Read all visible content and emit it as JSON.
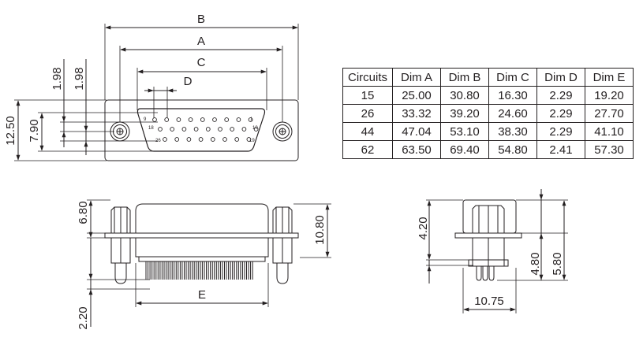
{
  "top_view": {
    "dims": {
      "B": "B",
      "A": "A",
      "C": "C",
      "D": "D",
      "h1": "1.98",
      "h2": "1.98",
      "h3": "12.50",
      "h4": "7.90"
    },
    "pins": {
      "p9": "9",
      "p1": "1",
      "p18": "18",
      "p10": "10",
      "p26": "26",
      "p19": "19"
    }
  },
  "table": {
    "headers": [
      "Circuits",
      "Dim A",
      "Dim B",
      "Dim C",
      "Dim D",
      "Dim E"
    ],
    "rows": [
      [
        "15",
        "25.00",
        "30.80",
        "16.30",
        "2.29",
        "19.20"
      ],
      [
        "26",
        "33.32",
        "39.20",
        "24.60",
        "2.29",
        "27.70"
      ],
      [
        "44",
        "47.04",
        "53.10",
        "38.30",
        "2.29",
        "41.10"
      ],
      [
        "62",
        "63.50",
        "69.40",
        "54.80",
        "2.41",
        "57.30"
      ]
    ]
  },
  "front_view": {
    "dims": {
      "v1": "6.80",
      "v2": "2.20",
      "v3": "10.80",
      "E": "E"
    }
  },
  "side_view": {
    "dims": {
      "v1": "4.20",
      "v2": "4.80",
      "v3": "5.80",
      "w": "10.75"
    }
  }
}
